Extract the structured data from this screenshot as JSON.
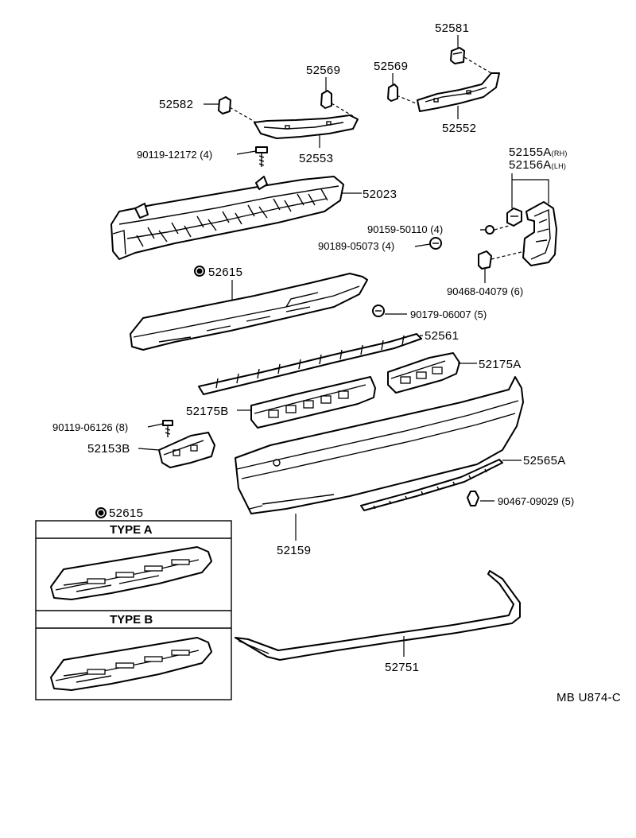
{
  "diagram": {
    "code": "MB U874-C",
    "parts": [
      {
        "id": "52581",
        "label": "52581"
      },
      {
        "id": "52569a",
        "label": "52569"
      },
      {
        "id": "52569b",
        "label": "52569"
      },
      {
        "id": "52582",
        "label": "52582"
      },
      {
        "id": "52552",
        "label": "52552"
      },
      {
        "id": "52553",
        "label": "52553"
      },
      {
        "id": "90119-12172",
        "label": "90119-12172",
        "qty": "(4)"
      },
      {
        "id": "52023",
        "label": "52023"
      },
      {
        "id": "52155A",
        "label": "52155A",
        "side": "(RH)"
      },
      {
        "id": "52156A",
        "label": "52156A",
        "side": "(LH)"
      },
      {
        "id": "90159-50110",
        "label": "90159-50110",
        "qty": "(4)"
      },
      {
        "id": "90189-05073",
        "label": "90189-05073",
        "qty": "(4)"
      },
      {
        "id": "52615",
        "label": "52615"
      },
      {
        "id": "90468-04079",
        "label": "90468-04079",
        "qty": "(6)"
      },
      {
        "id": "90179-06007",
        "label": "90179-06007",
        "qty": "(5)"
      },
      {
        "id": "52561",
        "label": "52561"
      },
      {
        "id": "52175A",
        "label": "52175A"
      },
      {
        "id": "52175B",
        "label": "52175B"
      },
      {
        "id": "90119-06126",
        "label": "90119-06126",
        "qty": "(8)"
      },
      {
        "id": "52153B",
        "label": "52153B"
      },
      {
        "id": "52565A",
        "label": "52565A"
      },
      {
        "id": "90467-09029",
        "label": "90467-09029",
        "qty": "(5)"
      },
      {
        "id": "52615b",
        "label": "52615"
      },
      {
        "id": "52159",
        "label": "52159"
      },
      {
        "id": "52751",
        "label": "52751"
      }
    ],
    "types": [
      {
        "label": "TYPE A"
      },
      {
        "label": "TYPE B"
      }
    ]
  }
}
